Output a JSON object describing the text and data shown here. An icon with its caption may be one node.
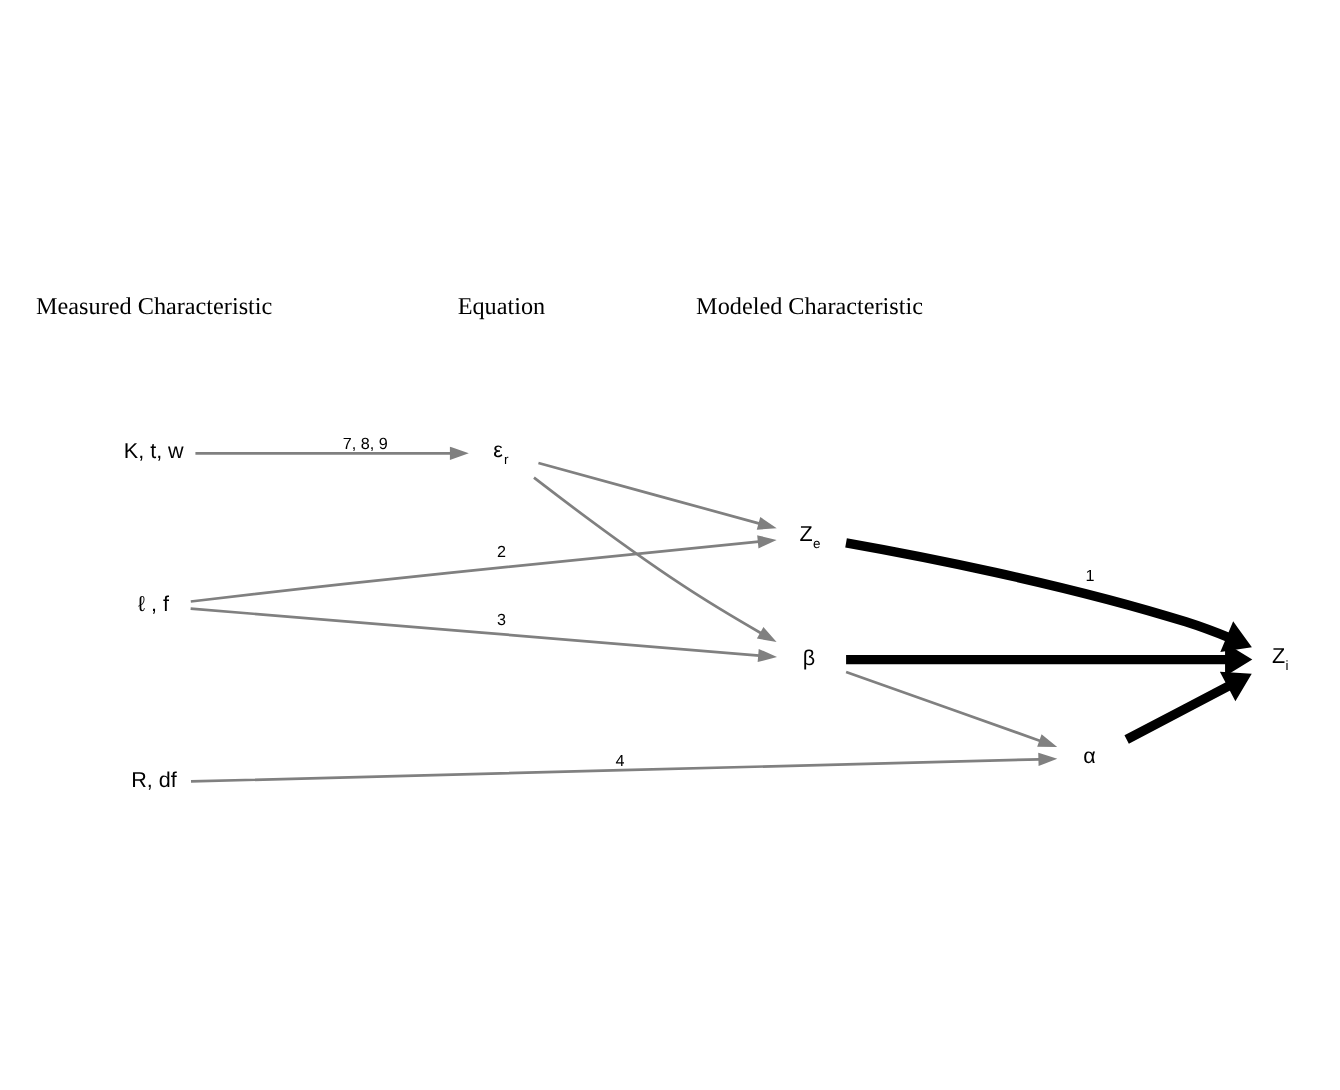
{
  "diagram": {
    "nodes": [
      {
        "text": [
          "K, t, w"
        ]
      },
      {
        "text": [
          "ℓ , f"
        ]
      },
      {
        "text": [
          "R, df"
        ]
      },
      {
        "text": [
          "ε$_{r}$"
        ]
      },
      {
        "text": [
          "Z$_{e}$"
        ]
      },
      {
        "text": [
          "β"
        ]
      },
      {
        "text": [
          "α"
        ]
      },
      {
        "text": [
          "Z$_{i}$"
        ]
      }
    ],
    "edges": [
      {
        "from": 0,
        "to": 3,
        "arrow": "to",
        "label": "7, 8, 9"
      },
      {
        "from": 1,
        "to": 4,
        "arrow": "to",
        "label": "2"
      },
      {
        "from": 3,
        "to": 4,
        "arrow": "to"
      },
      {
        "from": 1,
        "to": 5,
        "arrow": "to",
        "label": "3"
      },
      {
        "from": 3,
        "to": 5,
        "arrow": "to"
      },
      {
        "from": 2,
        "to": 6,
        "arrow": "to",
        "label": "4"
      },
      {
        "from": 5,
        "to": 6,
        "arrow": "to"
      },
      {
        "from": 4,
        "to": 7,
        "arrow": "to",
        "style": "thick",
        "color": "#000000",
        "label": "1"
      },
      {
        "from": 5,
        "to": 7,
        "arrow": "to",
        "style": "thick",
        "color": "#000000"
      },
      {
        "from": 6,
        "to": 7,
        "arrow": "to",
        "style": "thick",
        "color": "#000000"
      }
    ],
    "labels": [
      "Measured Characteristic",
      "Equation",
      "Modeled Characteristic"
    ]
  }
}
